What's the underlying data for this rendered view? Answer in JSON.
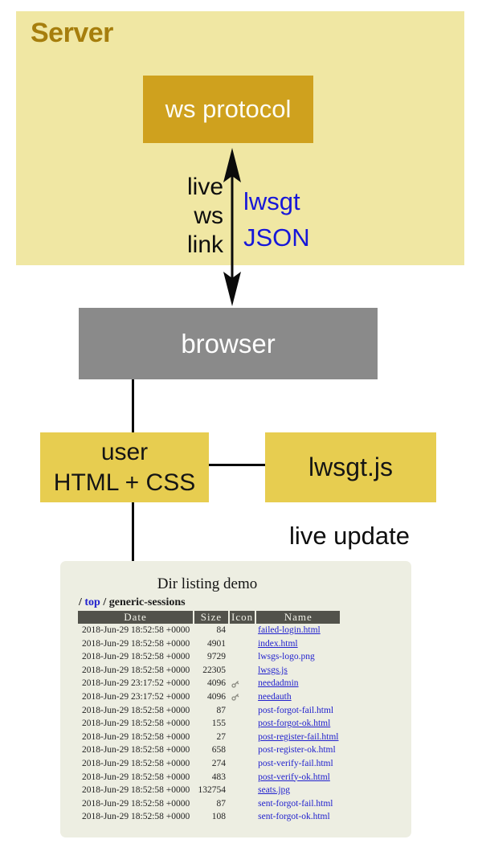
{
  "diagram": {
    "server_label": "Server",
    "ws_protocol_label": "ws protocol",
    "browser_label": "browser",
    "user_box_line1": "user",
    "user_box_line2": "HTML + CSS",
    "lwsgt_js_label": "lwsgt.js",
    "arrow_left_label_lines": [
      "live",
      "ws",
      "link"
    ],
    "arrow_right_label_lines": [
      "lwsgt",
      "JSON"
    ],
    "live_update_label": "live update",
    "colors": {
      "server_panel_bg": "#F0E7A3",
      "server_label_text": "#A67E0D",
      "gold_box_bg": "#CFA11E",
      "gray_box_bg": "#8A8A8A",
      "yellow_box_bg": "#E7CD50",
      "blue_label_text": "#1717D9",
      "link_blue": "#2121CE",
      "listing_panel_bg": "#EDEEE2",
      "table_header_bg": "#52524B"
    }
  },
  "dir_listing": {
    "title": "Dir listing demo",
    "breadcrumb": {
      "sep1": "/",
      "link": "top",
      "sep2": "/",
      "current": "generic-sessions"
    },
    "columns": [
      "Date",
      "Size",
      "Icon",
      "Name"
    ],
    "rows": [
      {
        "date": "2018-Jun-29 18:52:58 +0000",
        "size": "84",
        "icon": "",
        "name": "failed-login.html",
        "underline": true
      },
      {
        "date": "2018-Jun-29 18:52:58 +0000",
        "size": "4901",
        "icon": "",
        "name": "index.html",
        "underline": true
      },
      {
        "date": "2018-Jun-29 18:52:58 +0000",
        "size": "9729",
        "icon": "",
        "name": "lwsgs-logo.png",
        "underline": false
      },
      {
        "date": "2018-Jun-29 18:52:58 +0000",
        "size": "22305",
        "icon": "",
        "name": "lwsgs.js",
        "underline": true
      },
      {
        "date": "2018-Jun-29 23:17:52 +0000",
        "size": "4096",
        "icon": "key",
        "name": "needadmin",
        "underline": true
      },
      {
        "date": "2018-Jun-29 23:17:52 +0000",
        "size": "4096",
        "icon": "key",
        "name": "needauth",
        "underline": true
      },
      {
        "date": "2018-Jun-29 18:52:58 +0000",
        "size": "87",
        "icon": "",
        "name": "post-forgot-fail.html",
        "underline": false
      },
      {
        "date": "2018-Jun-29 18:52:58 +0000",
        "size": "155",
        "icon": "",
        "name": "post-forgot-ok.html",
        "underline": true
      },
      {
        "date": "2018-Jun-29 18:52:58 +0000",
        "size": "27",
        "icon": "",
        "name": "post-register-fail.html",
        "underline": true
      },
      {
        "date": "2018-Jun-29 18:52:58 +0000",
        "size": "658",
        "icon": "",
        "name": "post-register-ok.html",
        "underline": false
      },
      {
        "date": "2018-Jun-29 18:52:58 +0000",
        "size": "274",
        "icon": "",
        "name": "post-verify-fail.html",
        "underline": false
      },
      {
        "date": "2018-Jun-29 18:52:58 +0000",
        "size": "483",
        "icon": "",
        "name": "post-verify-ok.html",
        "underline": true
      },
      {
        "date": "2018-Jun-29 18:52:58 +0000",
        "size": "132754",
        "icon": "",
        "name": "seats.jpg",
        "underline": true
      },
      {
        "date": "2018-Jun-29 18:52:58 +0000",
        "size": "87",
        "icon": "",
        "name": "sent-forgot-fail.html",
        "underline": false
      },
      {
        "date": "2018-Jun-29 18:52:58 +0000",
        "size": "108",
        "icon": "",
        "name": "sent-forgot-ok.html",
        "underline": false
      }
    ]
  }
}
